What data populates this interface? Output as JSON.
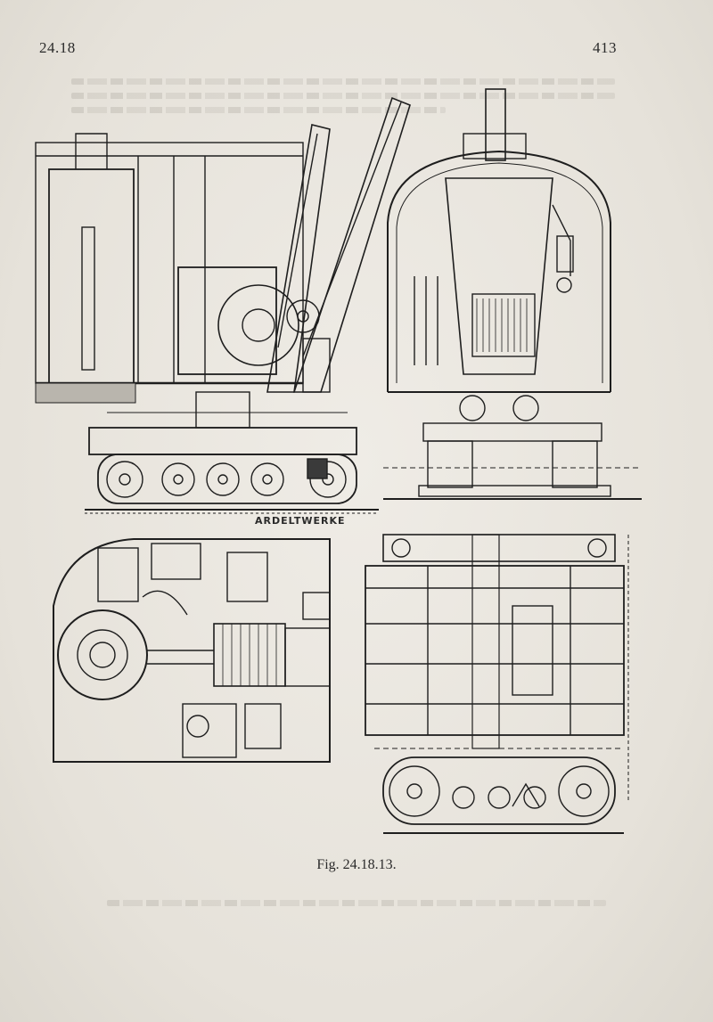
{
  "header": {
    "section": "24.18",
    "page_number": "413"
  },
  "figure": {
    "maker_label": "ARDELTWERKE",
    "caption": "Fig. 24.18.13."
  }
}
